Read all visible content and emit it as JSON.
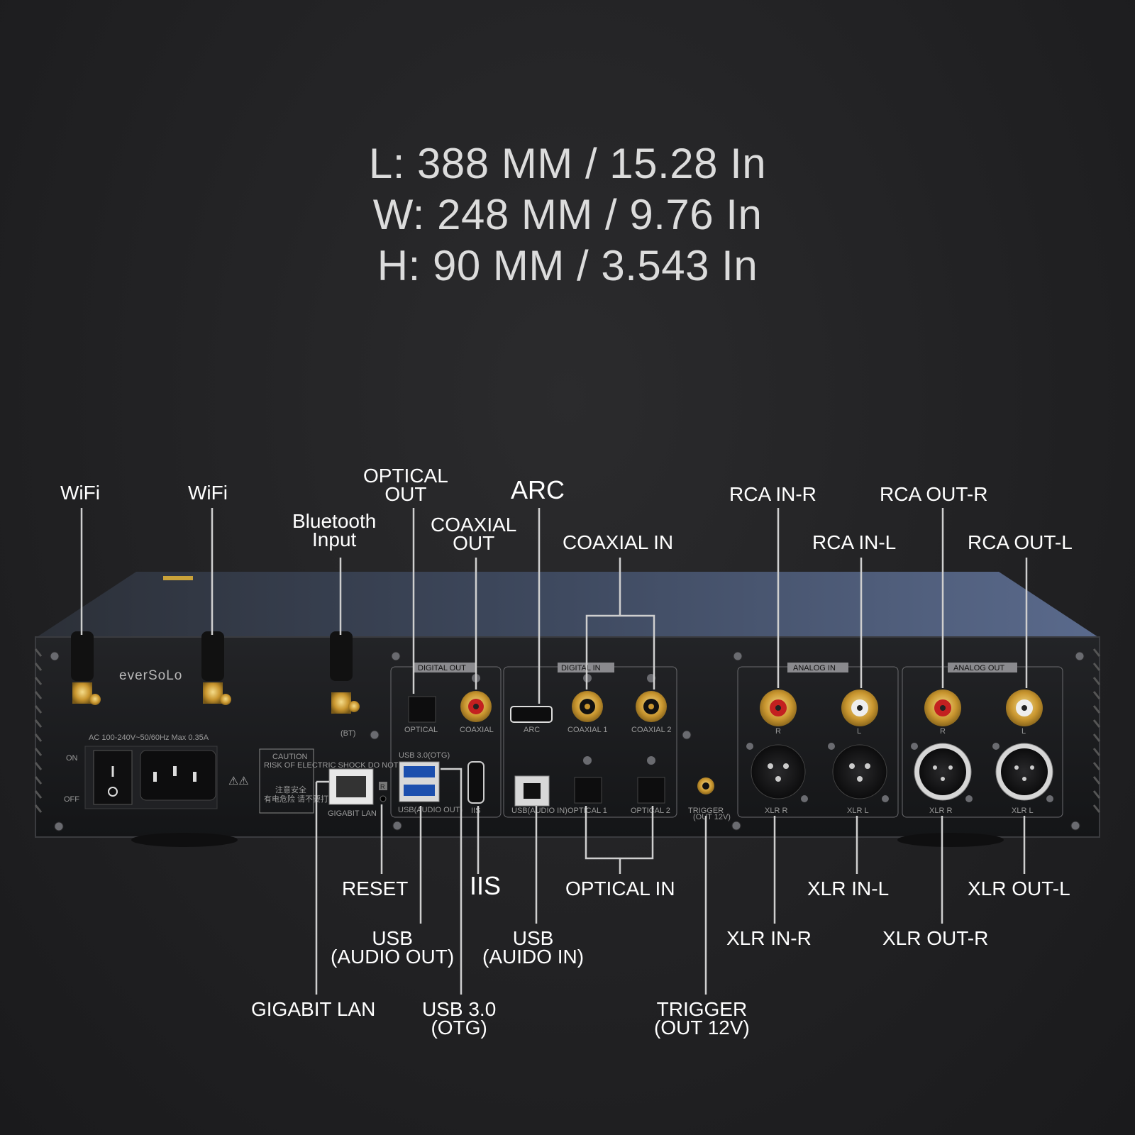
{
  "dimensions": {
    "length": "L: 388 MM / 15.28 In",
    "width": "W: 248 MM / 9.76 In",
    "height": "H: 90 MM / 3.543 In"
  },
  "brand": "everSoLo",
  "panel": {
    "power_rating": "AC 100-240V~50/60Hz Max 0.35A",
    "switch_on": "ON",
    "switch_off": "OFF",
    "caution_title": "CAUTION",
    "caution_text": "RISK OF ELECTRIC SHOCK DO NOT OPEN",
    "caution_cn_title": "注意安全",
    "caution_cn_text": "有电危险 请不要打开机盖",
    "bt_mark": "(BT)",
    "gigabit_lan": "GIGABIT LAN",
    "reset_mark": "R",
    "digital_out": "DIGITAL OUT",
    "digital_in": "DIGITAL IN",
    "analog_in": "ANALOG IN",
    "analog_out": "ANALOG OUT",
    "optical": "OPTICAL",
    "coaxial": "COAXIAL",
    "usb30": "USB 3.0(OTG)",
    "usb_audio_out": "USB(AUDIO OUT)",
    "iis": "IIS",
    "arc": "ARC",
    "coaxial1": "COAXIAL 1",
    "coaxial2": "COAXIAL 2",
    "usb_audio_in": "USB(AUDIO IN)",
    "optical1": "OPTICAL 1",
    "optical2": "OPTICAL 2",
    "trigger": "TRIGGER",
    "trigger_sub": "(OUT 12V)",
    "r": "R",
    "l": "L",
    "xlr_r": "XLR R",
    "xlr_l": "XLR L"
  },
  "callouts": {
    "wifi_1": "WiFi",
    "wifi_2": "WiFi",
    "bluetooth_1": "Bluetooth",
    "bluetooth_2": "Input",
    "optical_out_1": "OPTICAL",
    "optical_out_2": "OUT",
    "coaxial_out_1": "COAXIAL",
    "coaxial_out_2": "OUT",
    "arc": "ARC",
    "coaxial_in": "COAXIAL IN",
    "rca_in_r": "RCA IN-R",
    "rca_in_l": "RCA IN-L",
    "rca_out_r": "RCA OUT-R",
    "rca_out_l": "RCA OUT-L",
    "reset": "RESET",
    "iis": "IIS",
    "optical_in": "OPTICAL IN",
    "usb_audio_out_1": "USB",
    "usb_audio_out_2": "(AUDIO OUT)",
    "usb_audio_in_1": "USB",
    "usb_audio_in_2": "(AUIDO IN)",
    "gigabit_lan": "GIGABIT LAN",
    "usb30_1": "USB 3.0",
    "usb30_2": "(OTG)",
    "trigger_1": "TRIGGER",
    "trigger_2": "(OUT 12V)",
    "xlr_in_l": "XLR IN-L",
    "xlr_in_r": "XLR IN-R",
    "xlr_out_l": "XLR OUT-L",
    "xlr_out_r": "XLR OUT-R"
  },
  "colors": {
    "background": "#1f1f21",
    "chassis": "#1b1c1e",
    "top_panel": "#4a5670",
    "gold": "#d4a94a",
    "leader_line": "#cfcfcf"
  }
}
